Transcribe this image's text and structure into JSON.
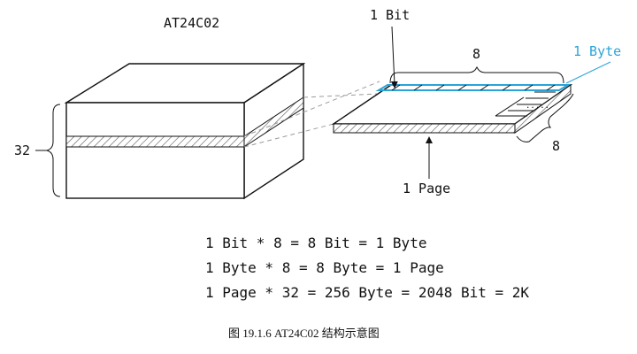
{
  "title": "AT24C02",
  "labels": {
    "bit": "1 Bit",
    "byte": "1 Byte",
    "page": "1 Page",
    "width_bits": "8",
    "depth_bytes": "8",
    "pages": "32"
  },
  "equations": [
    "1 Bit * 8 = 8 Bit = 1 Byte",
    "1 Byte * 8 = 8 Byte = 1 Page",
    "1 Page * 32 = 256 Byte = 2048 Bit = 2K"
  ],
  "caption": "图 19.1.6 AT24C02 结构示意图",
  "colors": {
    "accent": "#2aa4d8",
    "line": "#111111",
    "hatch": "#555555"
  }
}
